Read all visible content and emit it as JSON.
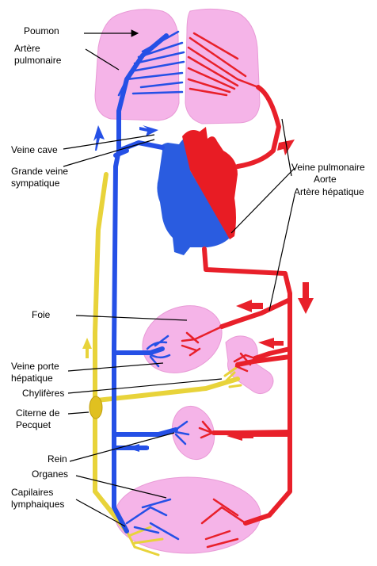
{
  "labels": {
    "poumon": "Poumon",
    "artere_pulmonaire": [
      "Artère",
      "pulmonaire"
    ],
    "veine_cave": "Veine cave",
    "grande_veine": [
      "Grande veine",
      "sympatique"
    ],
    "veine_pulmonaire": "Veine pulmonaire",
    "aorte": "Aorte",
    "artere_hepatique": "Artère hépatique",
    "foie": "Foie",
    "veine_porte": [
      "Veine porte",
      "hépatique"
    ],
    "chyliferes": "Chylifères",
    "citerne": [
      "Citerne de",
      "Pecquet"
    ],
    "rein": "Rein",
    "organes": "Organes",
    "capillaires": [
      "Capilaires",
      "lymphaiques"
    ]
  },
  "colors": {
    "venous": "#2550e6",
    "arterial": "#e8202a",
    "lymph": "#e8d33a",
    "organ": "#f5b4e8",
    "organ_edge": "#e89ad6",
    "heart_blue": "#2a5ce0",
    "heart_red": "#e81c24"
  }
}
